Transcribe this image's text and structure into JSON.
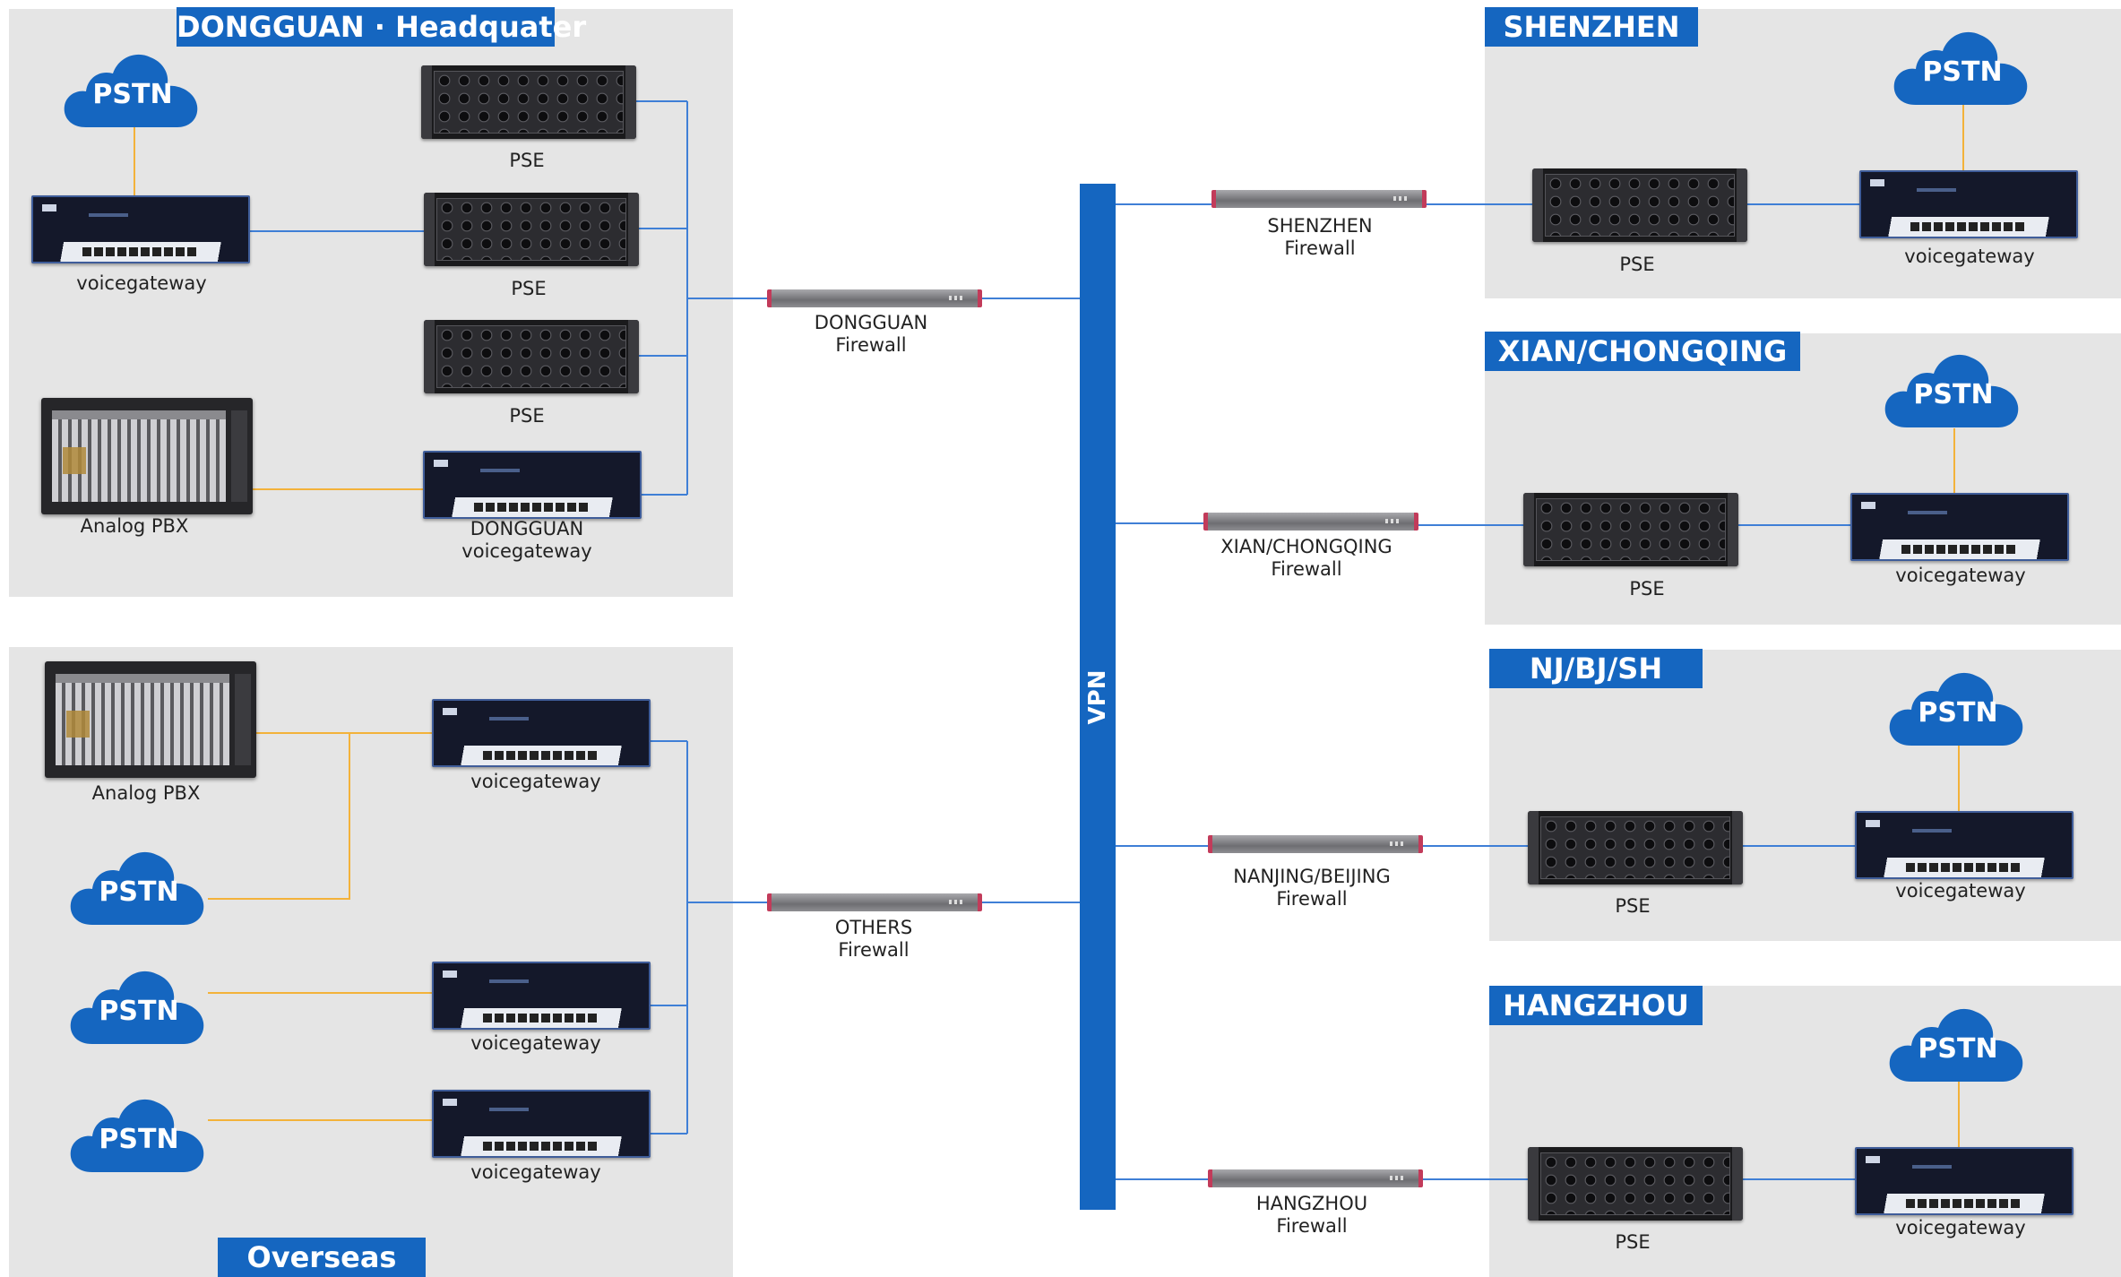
{
  "regions": {
    "dongguan": "DONGGUAN · Headquater",
    "overseas": "Overseas",
    "shenzhen": "SHENZHEN",
    "xian": "XIAN/CHONGQING",
    "njbjsh": "NJ/BJ/SH",
    "hangzhou": "HANGZHOU"
  },
  "vpn": "VPN",
  "cloud_label": "PSTN",
  "labels": {
    "pse": "PSE",
    "voicegateway": "voicegateway",
    "analog_pbx": "Analog PBX",
    "dg_vg": [
      "DONGGUAN",
      "voicegateway"
    ]
  },
  "firewalls": {
    "dongguan": [
      "DONGGUAN",
      "Firewall"
    ],
    "others": [
      "OTHERS",
      "Firewall"
    ],
    "shenzhen": [
      "SHENZHEN",
      "Firewall"
    ],
    "xian": [
      "XIAN/CHONGQING",
      "Firewall"
    ],
    "nanjing": [
      "NANJING/BEIJING",
      "Firewall"
    ],
    "hangzhou": [
      "HANGZHOU",
      "Firewall"
    ]
  },
  "colors": {
    "brand_blue": "#1566c0",
    "network_line": "#3f7fd6",
    "analog_line": "#f3b23a",
    "region_bg": "#e5e5e5"
  }
}
